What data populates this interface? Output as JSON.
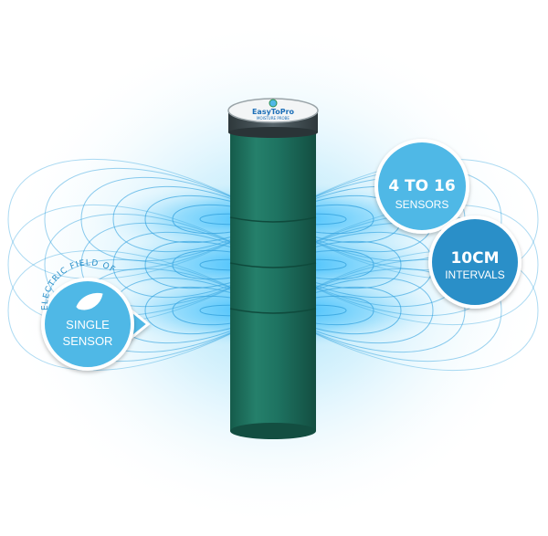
{
  "probe": {
    "logo_text": "EasyToPro",
    "logo_subtext": "MOISTURE PROBE",
    "body_color": "#1e6e5c",
    "cap_color": "#3f4a4e"
  },
  "callouts": {
    "sensors": {
      "line1": "4 TO 16",
      "line2": "SENSORS",
      "color": "#4fb8e6"
    },
    "intervals": {
      "line1": "10CM",
      "line2": "INTERVALS",
      "color": "#2a8fc8"
    },
    "single_sensor": {
      "arc_text": "ELECTRIC FIELD OF",
      "icon": "leaf-icon",
      "line1": "SINGLE",
      "line2": "SENSOR",
      "color": "#4fb8e6"
    }
  },
  "field": {
    "line_color": "#3aa6e0",
    "glow_color": "#2fb6f2"
  }
}
